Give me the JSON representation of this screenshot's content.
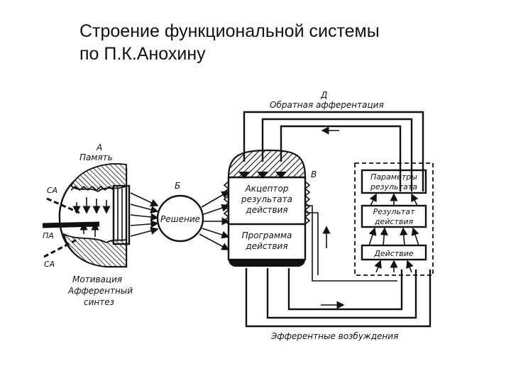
{
  "slide": {
    "title_line1": "Строение функциональной системы",
    "title_line2": "по П.К.Анохину"
  },
  "diagram": {
    "label_a": "А",
    "label_memory": "Память",
    "label_sa_top": "СА",
    "label_pa": "ПА",
    "label_sa_bottom": "СА",
    "label_motivation": "Мотивация",
    "label_afferent_1": "Афферентный",
    "label_afferent_2": "синтез",
    "label_b": "Б",
    "label_decision": "Решение",
    "label_v": "В",
    "label_acceptor_1": "Акцептор",
    "label_acceptor_2": "результата",
    "label_acceptor_3": "действия",
    "label_program_1": "Программа",
    "label_program_2": "действия",
    "label_d": "Д",
    "label_feedback": "Обратная афферентация",
    "label_params_1": "Параметры",
    "label_params_2": "результата",
    "label_results_1": "Результат",
    "label_results_2": "действия",
    "label_action": "Действие",
    "label_efferent": "Эфферентные возбуждения"
  },
  "colors": {
    "ink": "#111111",
    "background": "#ffffff"
  }
}
